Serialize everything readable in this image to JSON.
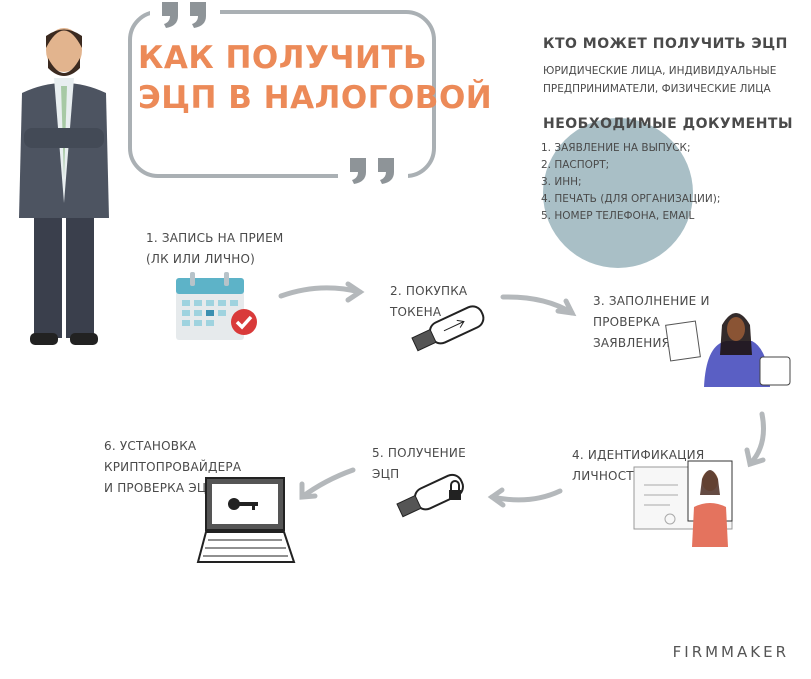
{
  "title": {
    "line1": "КАК ПОЛУЧИТЬ",
    "line2": "ЭЦП В НАЛОГОВОЙ"
  },
  "who": {
    "heading": "КТО МОЖЕТ ПОЛУЧИТЬ ЭЦП",
    "line1": "ЮРИДИЧЕСКИЕ ЛИЦА, ИНДИВИДУАЛЬНЫЕ",
    "line2": "ПРЕДПРИНИМАТЕЛИ, ФИЗИЧЕСКИЕ ЛИЦА"
  },
  "docs": {
    "heading": "НЕОБХОДИМЫЕ ДОКУМЕНТЫ",
    "items": [
      "1. ЗАЯВЛЕНИЕ НА ВЫПУСК;",
      "2. ПАСПОРТ;",
      "3. ИНН;",
      "4. ПЕЧАТЬ (ДЛЯ ОРГАНИЗАЦИИ);",
      "5. НОМЕР ТЕЛЕФОНА, EMAIL"
    ]
  },
  "steps": [
    {
      "l1": "1. ЗАПИСЬ НА ПРИЕМ",
      "l2": "(ЛК ИЛИ ЛИЧНО)"
    },
    {
      "l1": "2. ПОКУПКА",
      "l2": "ТОКЕНА"
    },
    {
      "l1": "3. ЗАПОЛНЕНИЕ И",
      "l2": "ПРОВЕРКА",
      "l3": "ЗАЯВЛЕНИЯ"
    },
    {
      "l1": "4. ИДЕНТИФИКАЦИЯ",
      "l2": "ЛИЧНОСТИ"
    },
    {
      "l1": "5. ПОЛУЧЕНИЕ",
      "l2": "ЭЦП"
    },
    {
      "l1": "6. УСТАНОВКА",
      "l2": "КРИПТОПРОВАЙДЕРА",
      "l3": "И ПРОВЕРКА ЭЦП"
    }
  ],
  "brand": "FIRMMAKER",
  "colors": {
    "accent": "#ec8a58",
    "circle": "#a9bfc6",
    "arrow": "#b4b8bb",
    "text": "#4a4a4a"
  }
}
